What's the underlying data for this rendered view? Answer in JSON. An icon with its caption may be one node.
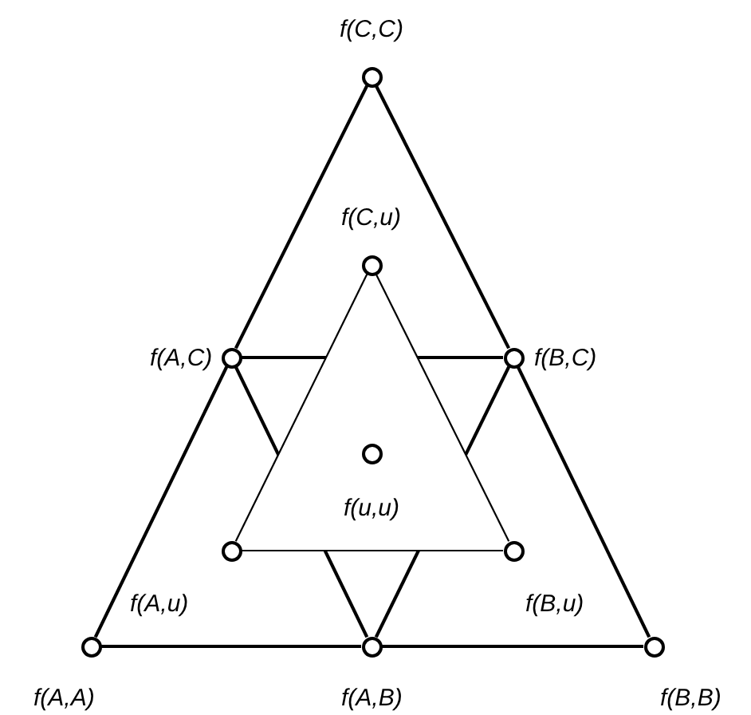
{
  "diagram": {
    "nodes": [
      {
        "text": [],
        "shape": "circle",
        "beside": [
          "f(C,C)"
        ]
      },
      {
        "text": [],
        "shape": "circle",
        "beside": [
          "f(C,u)"
        ]
      },
      {
        "text": [],
        "shape": "circle",
        "beside": [
          "f(A,C)"
        ]
      },
      {
        "text": [],
        "shape": "circle",
        "beside": [
          "f(B,C)"
        ]
      },
      {
        "text": [],
        "shape": "circle",
        "beside": [
          "f(u,u)"
        ]
      },
      {
        "text": [],
        "shape": "circle",
        "beside": [
          "f(A,u)"
        ]
      },
      {
        "text": [],
        "shape": "circle",
        "beside": [
          "f(B,u)"
        ]
      },
      {
        "text": [],
        "shape": "circle",
        "beside": [
          "f(A,A)"
        ]
      },
      {
        "text": [],
        "shape": "circle",
        "beside": [
          "f(A,B)"
        ]
      },
      {
        "text": [],
        "shape": "circle",
        "beside": [
          "f(B,B)"
        ]
      }
    ],
    "edges": [
      {
        "from": 7,
        "to": 8,
        "arrow": "none"
      },
      {
        "from": 8,
        "to": 9,
        "arrow": "none"
      },
      {
        "from": 9,
        "to": 3,
        "arrow": "none"
      },
      {
        "from": 3,
        "to": 0,
        "arrow": "none"
      },
      {
        "from": 0,
        "to": 2,
        "arrow": "none"
      },
      {
        "from": 2,
        "to": 7,
        "arrow": "none"
      },
      {
        "from": 2,
        "to": 3,
        "arrow": "none"
      },
      {
        "from": 2,
        "to": 8,
        "arrow": "none"
      },
      {
        "from": 3,
        "to": 8,
        "arrow": "none"
      },
      {
        "from": 1,
        "to": 5,
        "arrow": "none"
      },
      {
        "from": 5,
        "to": 6,
        "arrow": "none"
      },
      {
        "from": 6,
        "to": 1,
        "arrow": "none"
      }
    ]
  }
}
